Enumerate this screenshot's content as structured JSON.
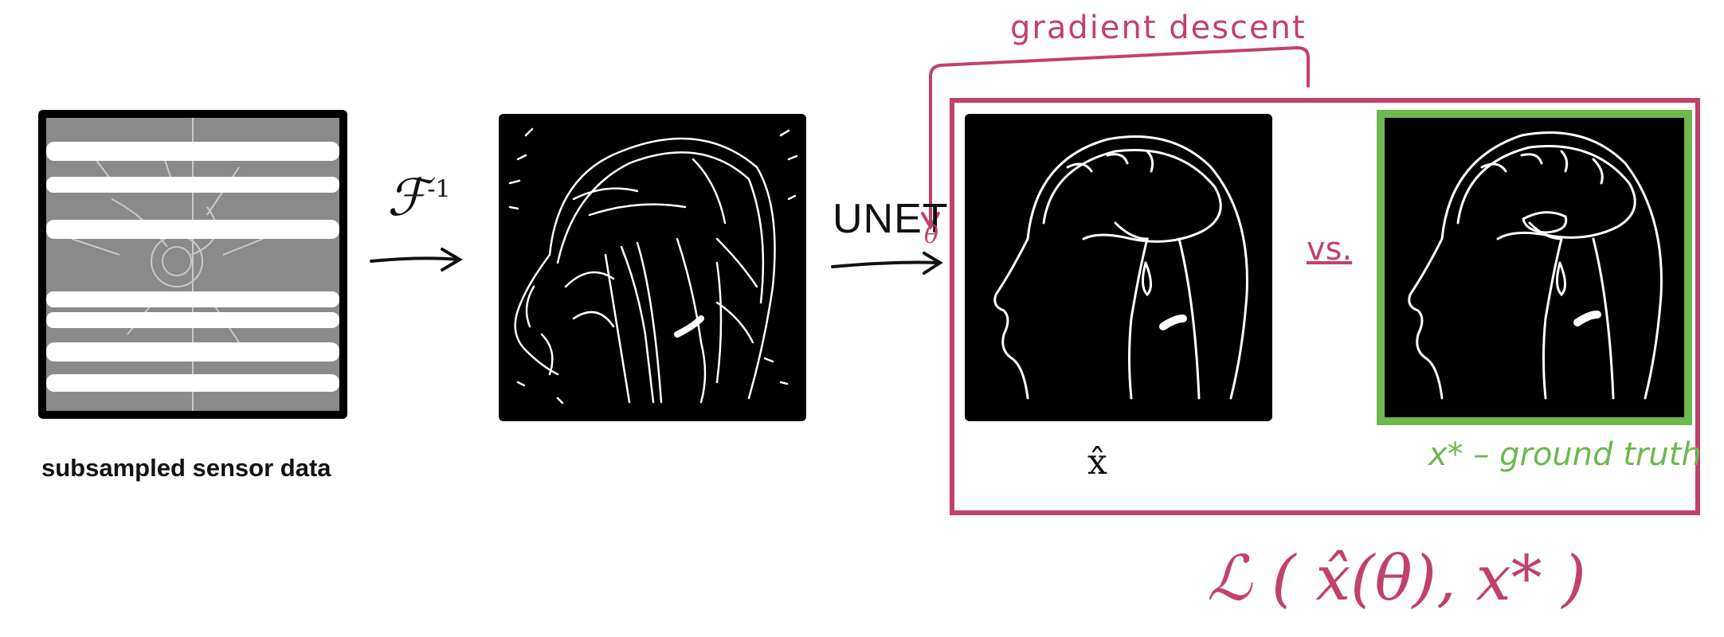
{
  "labels": {
    "sensor": "subsampled sensor data",
    "inverse_fourier": "ℱ",
    "inverse_fourier_sup": "-1",
    "unet": "UNET",
    "theta": "θ",
    "gradient_descent": "gradient descent",
    "vs": "vs.",
    "x_hat": "x̂",
    "ground_truth": "x* – ground truth",
    "loss": "ℒ ( x̂(θ), x* )"
  },
  "colors": {
    "accent_magenta": "#c2406f",
    "ground_truth_green": "#6db84f",
    "ink": "#111111",
    "panel_black": "#000000",
    "sensor_gray": "#8a8a8a"
  },
  "icons": {
    "sensor_panel": "striped-kspace-image",
    "noisy_panel": "artifact-brain-sketch",
    "reconstruction_panel": "brain-sketch",
    "ground_truth_panel": "brain-sketch-detailed"
  }
}
